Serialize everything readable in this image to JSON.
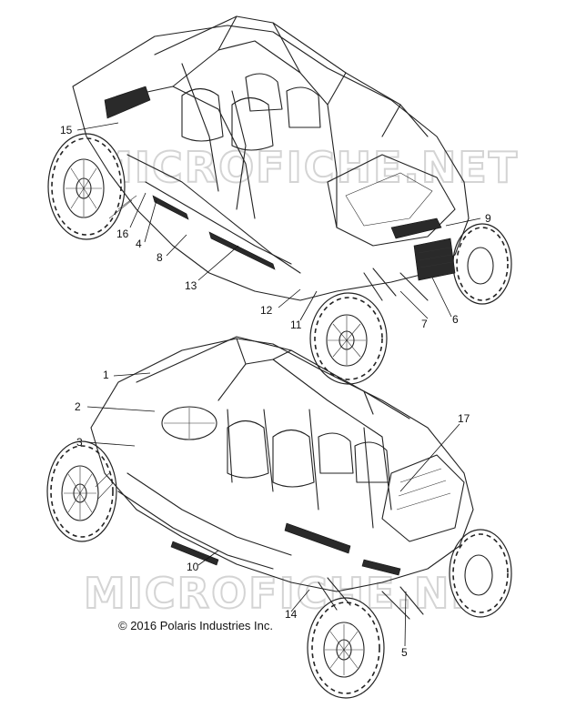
{
  "diagram": {
    "watermark": "MICROFICHE.NET",
    "copyright": "© 2016 Polaris Industries Inc.",
    "top_vehicle_callouts": [
      "15",
      "16",
      "4",
      "8",
      "13",
      "12",
      "11",
      "7",
      "6",
      "9"
    ],
    "bottom_vehicle_callouts": [
      "1",
      "2",
      "3",
      "10",
      "14",
      "5",
      "17"
    ]
  }
}
